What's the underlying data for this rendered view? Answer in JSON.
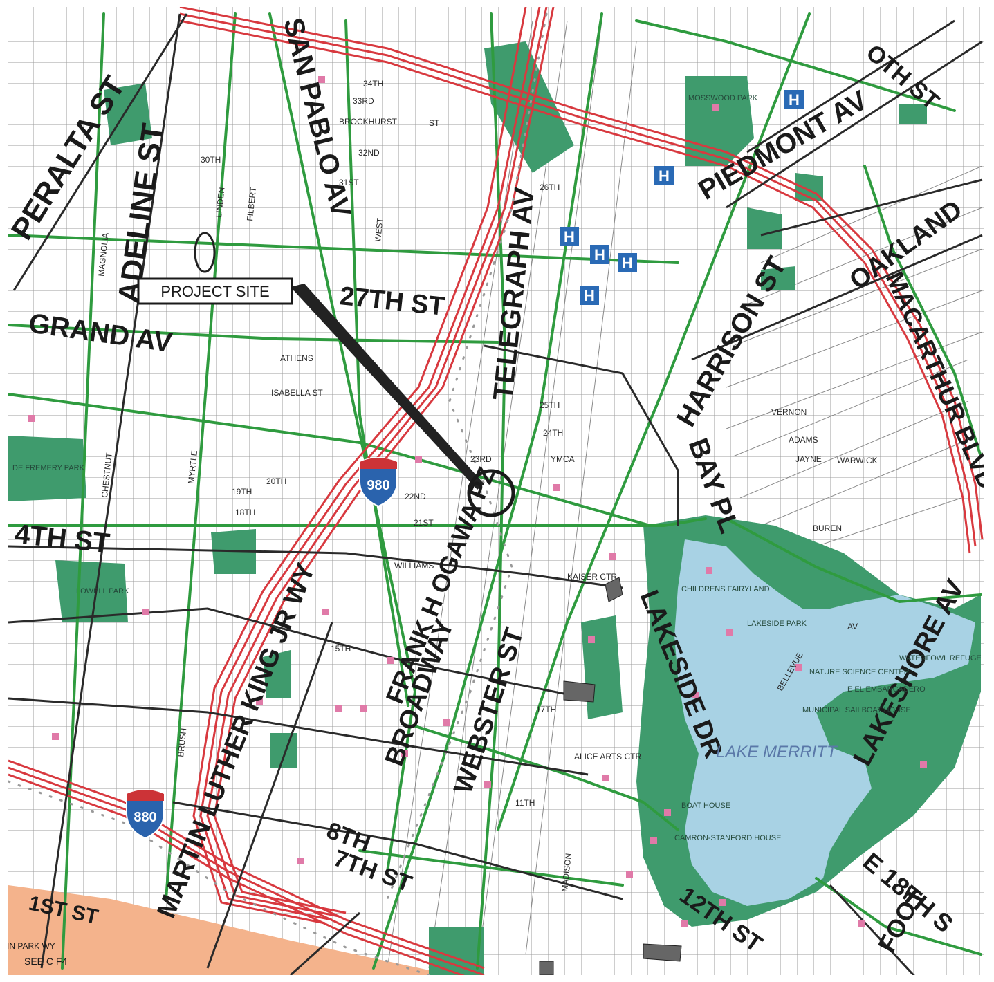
{
  "callout": {
    "label": "PROJECT SITE"
  },
  "shields": [
    {
      "number": "980"
    },
    {
      "number": "880"
    }
  ],
  "major_streets": {
    "peralta": "PERALTA ST",
    "adeline": "ADELINE ST",
    "grand": "GRAND AV",
    "san_pablo": "SAN PABLO AV",
    "telegraph": "TELEGRAPH AV",
    "st_27th": "27TH ST",
    "piedmont": "PIEDMONT AV",
    "harrison": "HARRISON ST",
    "bay": "BAY PL",
    "oakland": "OAKLAND",
    "macarthur": "MACARTHUR BLVD",
    "st_14th": "4TH ST",
    "mlk": "MARTIN LUTHER KING JR WY",
    "frank_ogawa": "FRANK H OGAWA PZ",
    "broadway": "BROADWAY",
    "webster": "WEBSTER ST",
    "lakeside": "LAKESIDE DR",
    "lakeshore": "LAKESHORE AV",
    "e18th": "E 18TH S",
    "st_12th": "12TH ST",
    "st_8th": "8TH",
    "st_7th": "7TH ST",
    "first": "1ST ST",
    "foot": "FOOT",
    "oth": "OTH ST"
  },
  "minor_streets": {
    "s34th": "34TH",
    "s33rd": "33RD",
    "s32nd": "32ND",
    "s31st": "31ST",
    "s30th": "30TH",
    "brockhurst": "BROCKHURST",
    "linden": "LINDEN",
    "filbert": "FILBERT",
    "s26th": "26TH",
    "s25th": "25TH",
    "s24th": "24TH",
    "s23rd": "23RD",
    "s22nd": "22ND",
    "s21st": "21ST",
    "s20th": "20TH",
    "s19th": "19TH",
    "s18th": "18TH",
    "s17th": "17TH",
    "s15th": "15TH",
    "s11th": "11TH",
    "vernon": "VERNON",
    "adams": "ADAMS",
    "jayne": "JAYNE",
    "warwick": "WARWICK",
    "buren": "BUREN",
    "bellevue": "BELLEVUE",
    "athens": "ATHENS",
    "isabella": "ISABELLA ST",
    "williams": "WILLIAMS",
    "madison": "MADISON",
    "myrtle": "MYRTLE",
    "chestnut": "CHESTNUT",
    "magnolia": "MAGNOLIA",
    "brush": "BRUSH",
    "west": "WEST",
    "st": "ST",
    "av": "AV"
  },
  "features": {
    "lake": "LAKE MERRITT",
    "sailboat_house": "MUNICIPAL SAILBOAT HOUSE",
    "boat_house": "BOAT HOUSE",
    "camron": "CAMRON-STANFORD HOUSE",
    "lakeside_park": "LAKESIDE PARK",
    "refuge": "WATERFOWL REFUGE",
    "nature_center": "NATURE SCIENCE CENTER",
    "embarcadero": "E EL EMBARCADERO",
    "childrens": "CHILDRENS FAIRYLAND",
    "lowell": "LOWELL PARK",
    "mosswood": "MOSSWOOD PARK",
    "defremery": "DE FREMERY PARK",
    "kaiser": "KAISER CTR",
    "ymca": "YMCA",
    "alice_arts": "ALICE ARTS CTR",
    "hospital_symbol": "H"
  },
  "footer": {
    "see": "SEE  C  F4",
    "park_wy": "IN PARK WY"
  },
  "colors": {
    "freeway": "#d8393f",
    "arterial": "#2f9b3f",
    "local": "#4a4a4a",
    "park": "#3f9b6d",
    "lake": "#a8d2e4",
    "rail": "#9a9a9a",
    "landmark": "#e07aa8",
    "hospital": "#2a6ab5",
    "shore": "#f4b38c",
    "shield_blue": "#2a63ad",
    "shield_red": "#cc3337"
  }
}
